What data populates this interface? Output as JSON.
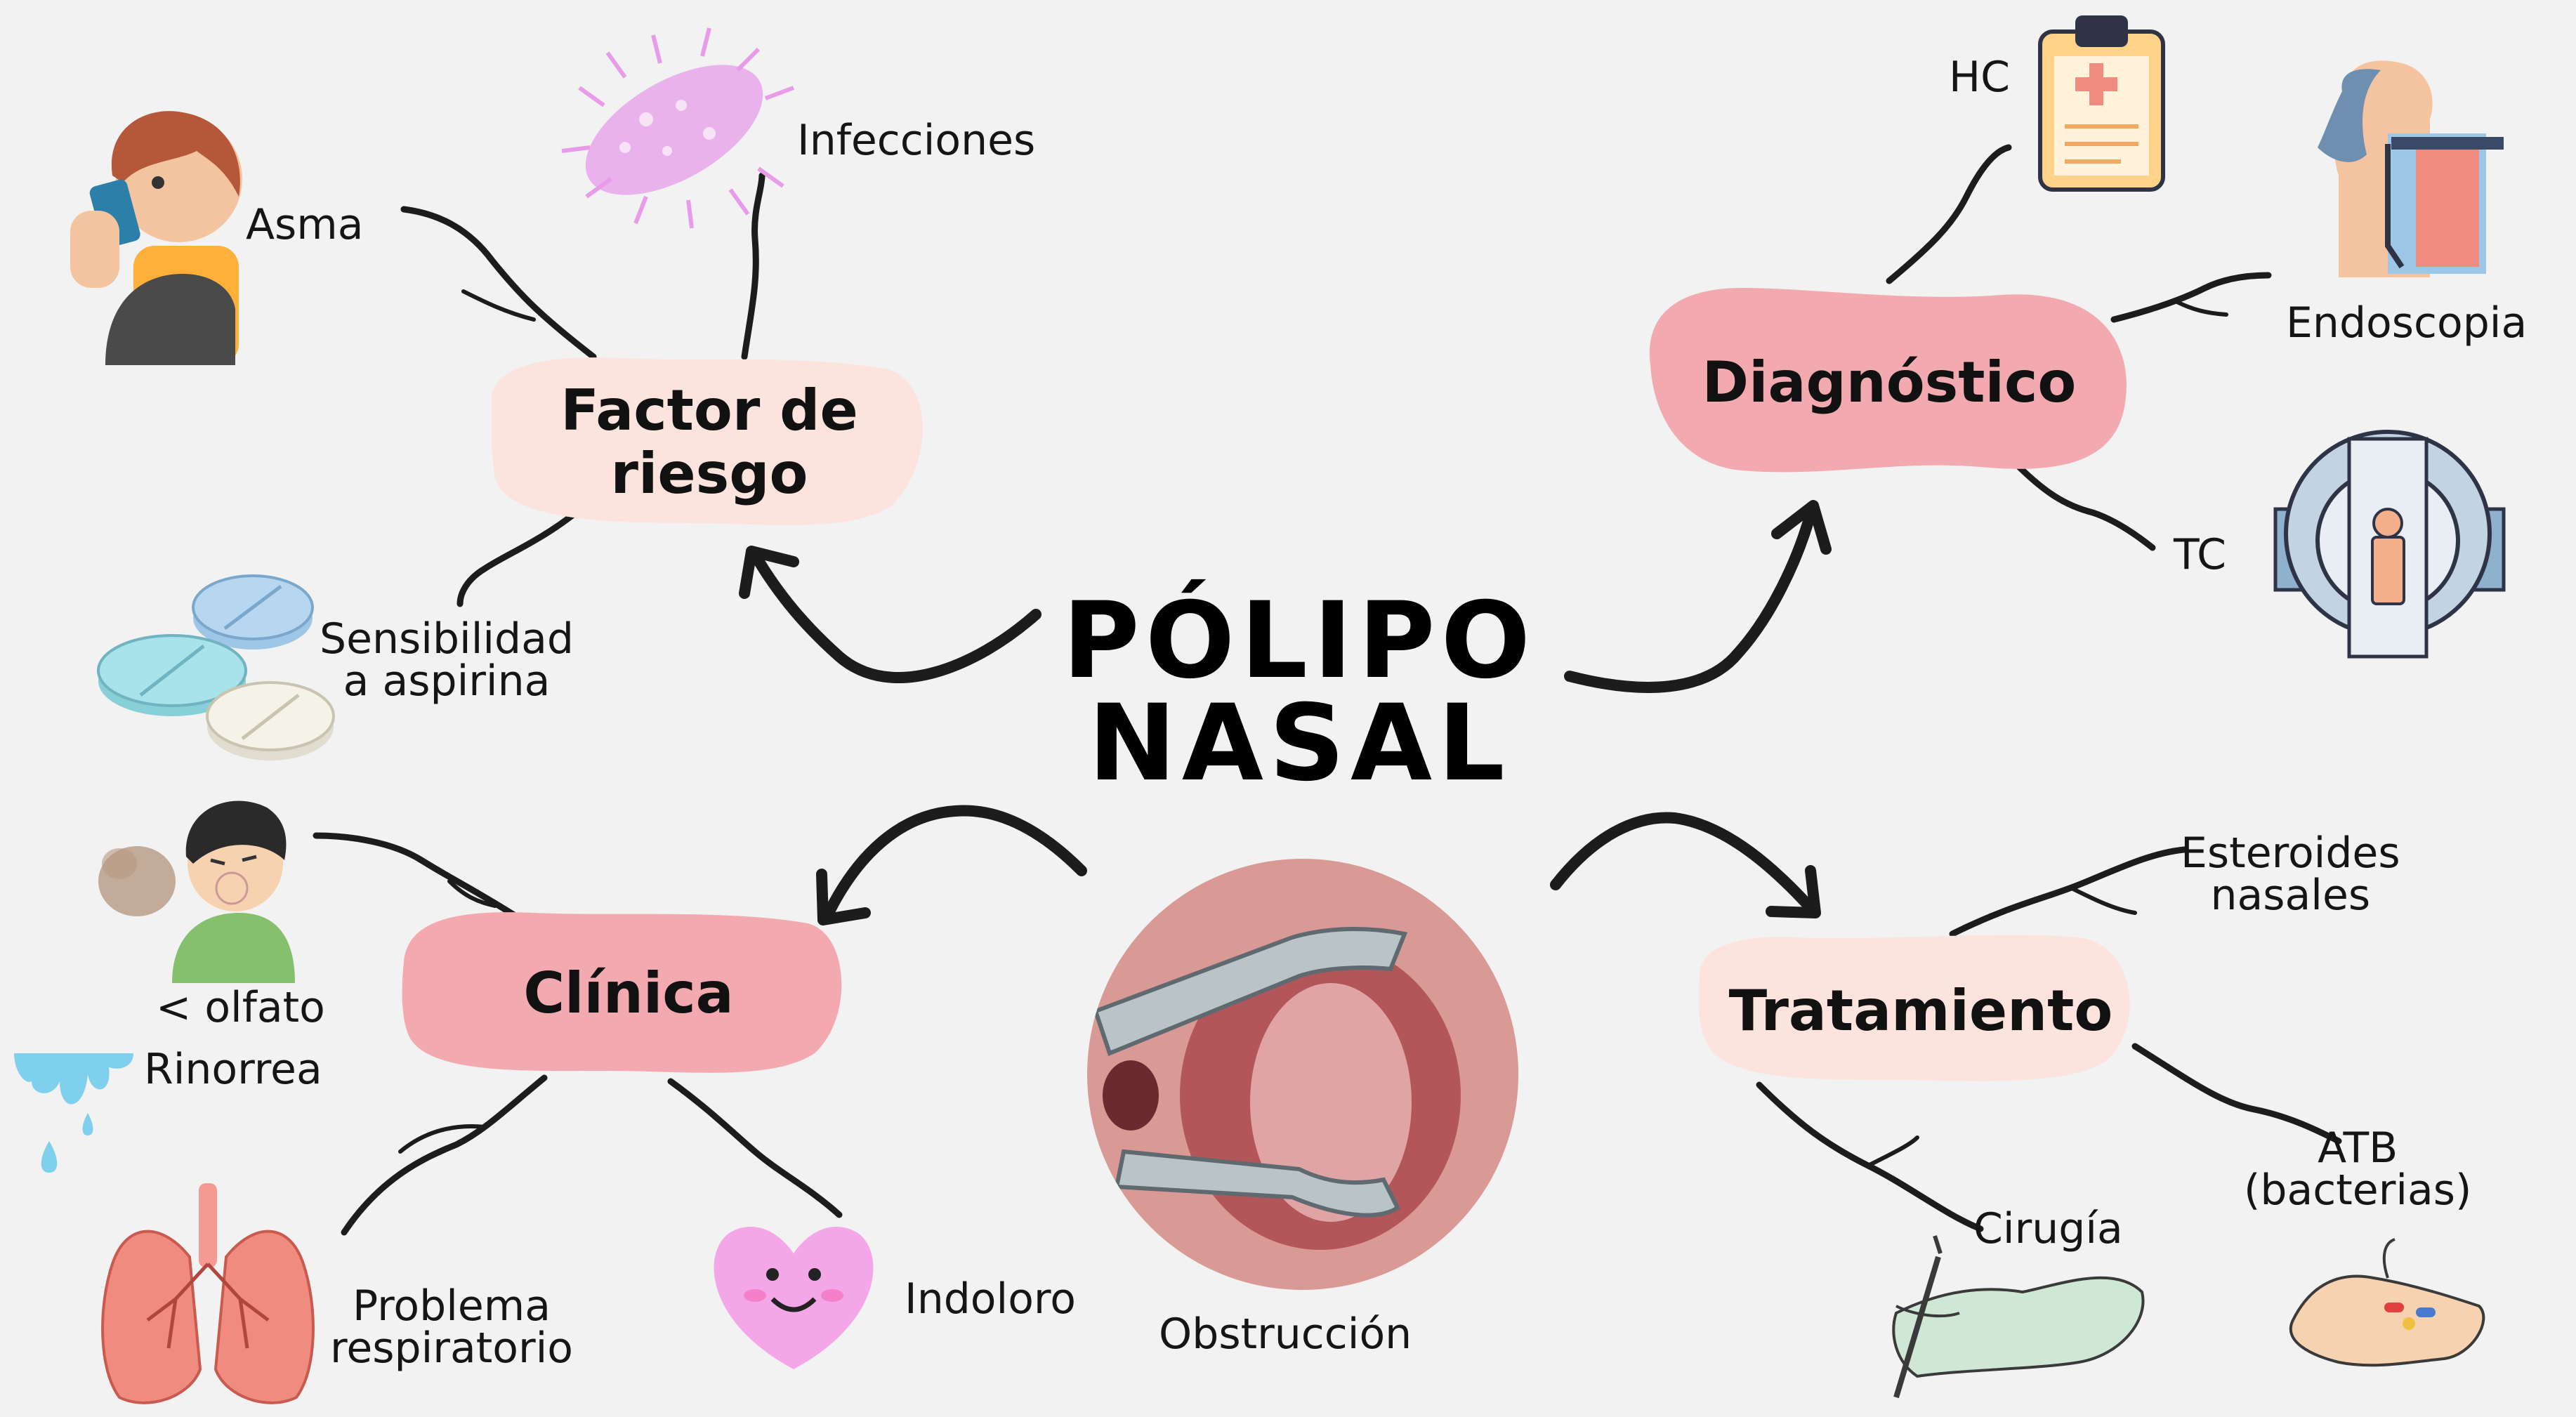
{
  "title": {
    "line1": "PÓLIPO",
    "line2": "NASAL"
  },
  "colors": {
    "pale_node": "#fde3de",
    "strong_node": "#f2aab0",
    "stroke": "#1c1c1c",
    "background": "#f2f2f2"
  },
  "nodes": {
    "factor_riesgo": {
      "line1": "Factor de",
      "line2": "riesgo"
    },
    "diagnostico": {
      "label": "Diagnóstico"
    },
    "clinica": {
      "label": "Clínica"
    },
    "tratamiento": {
      "label": "Tratamiento"
    }
  },
  "leaves": {
    "asma": "Asma",
    "infecciones": "Infecciones",
    "sensibilidad_1": "Sensibilidad",
    "sensibilidad_2": "a aspirina",
    "hc": "HC",
    "endoscopia": "Endoscopia",
    "tc": "TC",
    "olfato": "< olfato",
    "rinorrea": "Rinorrea",
    "problema_1": "Problema",
    "problema_2": "respiratorio",
    "indoloro": "Indoloro",
    "obstruccion": "Obstrucción",
    "esteroides_1": "Esteroides",
    "esteroides_2": "nasales",
    "atb_1": "ATB",
    "atb_2": "(bacterias)",
    "cirugia": "Cirugía"
  },
  "icons": [
    "inhaler-person-icon",
    "bacteria-icon",
    "pills-icon",
    "clipboard-icon",
    "endoscopy-icon",
    "ct-scanner-icon",
    "smelly-person-icon",
    "water-drop-icon",
    "lungs-icon",
    "smiling-heart-icon",
    "nasal-endoscopy-photo",
    "surgery-hand-icon",
    "pills-hand-icon"
  ]
}
